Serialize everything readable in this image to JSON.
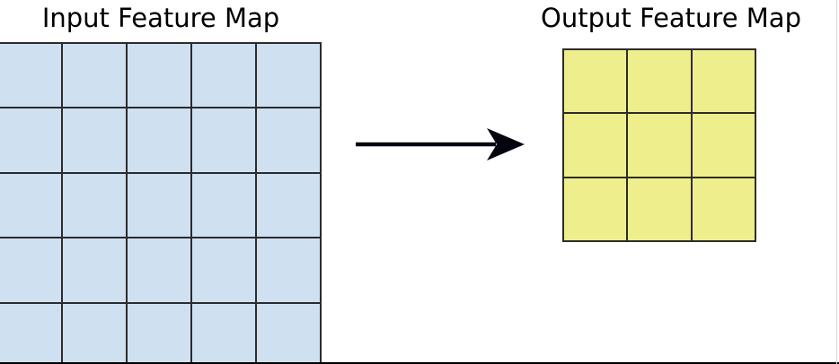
{
  "diagram": {
    "type": "feature-map-transformation",
    "background_color": "#ffffff",
    "input": {
      "title": "Input Feature Map",
      "rows": 5,
      "columns": 5,
      "cell_count": 25,
      "fill_color": "#cfe0f1",
      "line_color": "#2b2b2b"
    },
    "output": {
      "title": "Output Feature Map",
      "rows": 3,
      "columns": 3,
      "cell_count": 9,
      "fill_color": "#efee8d",
      "line_color": "#2b2b2b"
    },
    "arrow": {
      "name": "transformation-arrow",
      "direction": "right",
      "color": "#050510"
    }
  }
}
